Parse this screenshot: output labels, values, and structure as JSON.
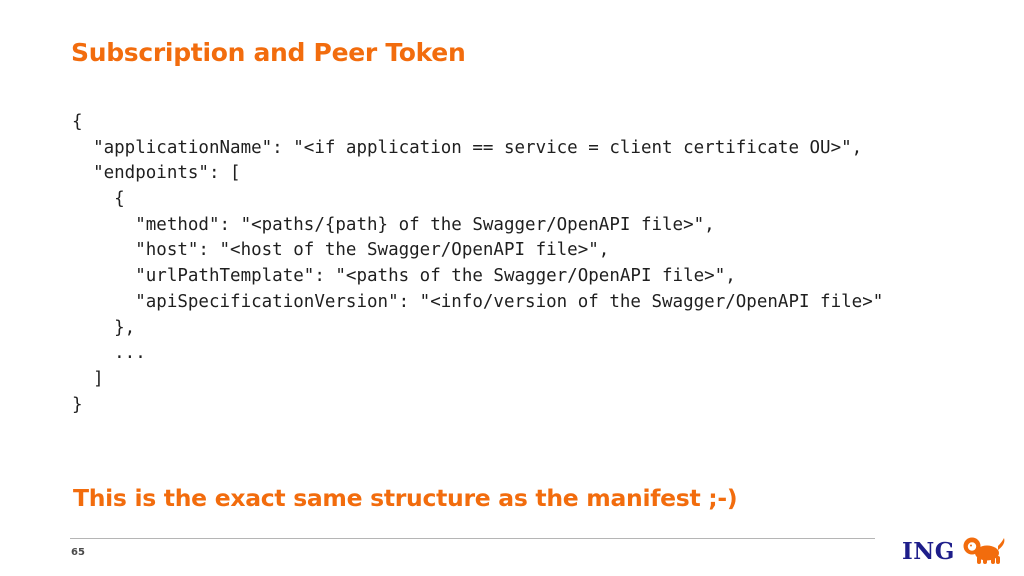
{
  "slide": {
    "title": "Subscription and Peer Token",
    "code_lines": [
      "{",
      "  \"applicationName\": \"<if application == service = client certificate OU>\",",
      "  \"endpoints\": [",
      "    {",
      "      \"method\": \"<paths/{path} of the Swagger/OpenAPI file>\",",
      "      \"host\": \"<host of the Swagger/OpenAPI file>\",",
      "      \"urlPathTemplate\": \"<paths of the Swagger/OpenAPI file>\",",
      "      \"apiSpecificationVersion\": \"<info/version of the Swagger/OpenAPI file>\"",
      "    },",
      "    ...",
      "  ]",
      "}"
    ],
    "callout": "This is the exact same structure as the manifest ;-)",
    "page_number": "65"
  },
  "brand": {
    "name": "ING",
    "logo_icon": "lion-icon",
    "color": "#f26c0d",
    "text_color": "#1e1e8a"
  },
  "colors": {
    "accent": "#f26c0d",
    "code_text": "#1f1f1f",
    "divider": "#b5b5b5"
  }
}
